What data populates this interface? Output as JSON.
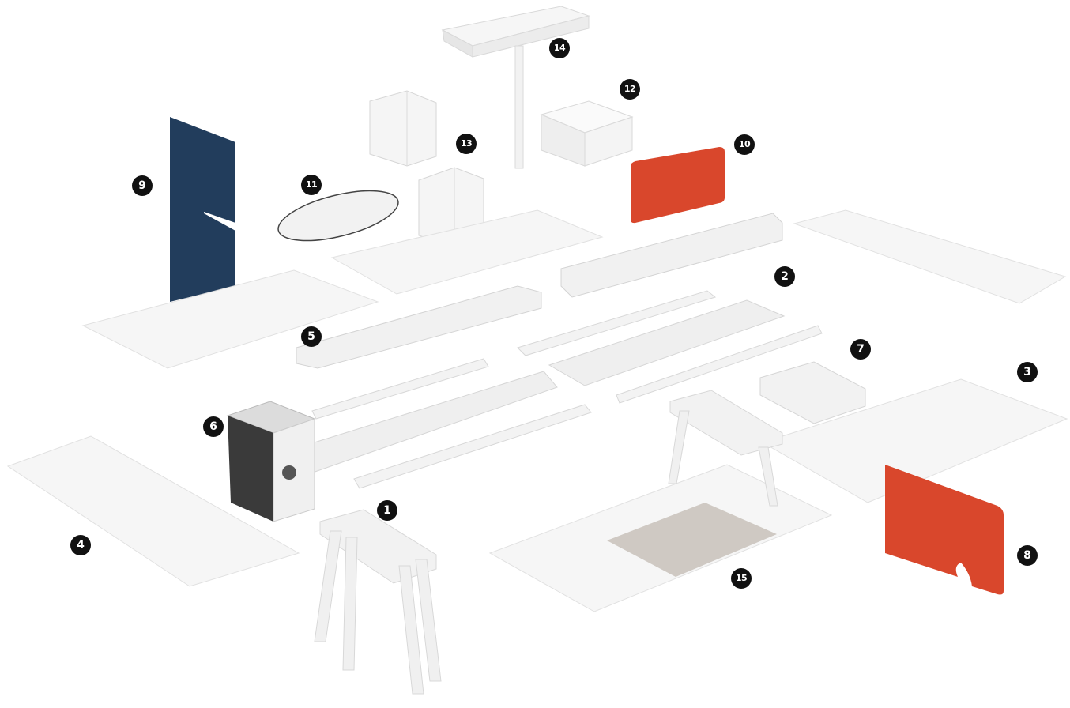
{
  "figure": {
    "kind": "exploded-view",
    "colors": {
      "background": "#ffffff",
      "part_white": "#f4f4f4",
      "part_edge": "#d9d9d9",
      "part_shadow": "#e3e3e3",
      "navy_screen": "#223d5c",
      "red_screen": "#d9472c",
      "grey_pad": "#cfc9c3",
      "callout_bg": "#111111",
      "callout_text": "#ffffff"
    },
    "callouts": [
      {
        "id": "1",
        "label": "1"
      },
      {
        "id": "2",
        "label": "2"
      },
      {
        "id": "3",
        "label": "3"
      },
      {
        "id": "4",
        "label": "4"
      },
      {
        "id": "5",
        "label": "5"
      },
      {
        "id": "6",
        "label": "6"
      },
      {
        "id": "7",
        "label": "7"
      },
      {
        "id": "8",
        "label": "8"
      },
      {
        "id": "9",
        "label": "9"
      },
      {
        "id": "10",
        "label": "10"
      },
      {
        "id": "11",
        "label": "11"
      },
      {
        "id": "12",
        "label": "12"
      },
      {
        "id": "13",
        "label": "13"
      },
      {
        "id": "14",
        "label": "14"
      },
      {
        "id": "15",
        "label": "15"
      }
    ]
  }
}
